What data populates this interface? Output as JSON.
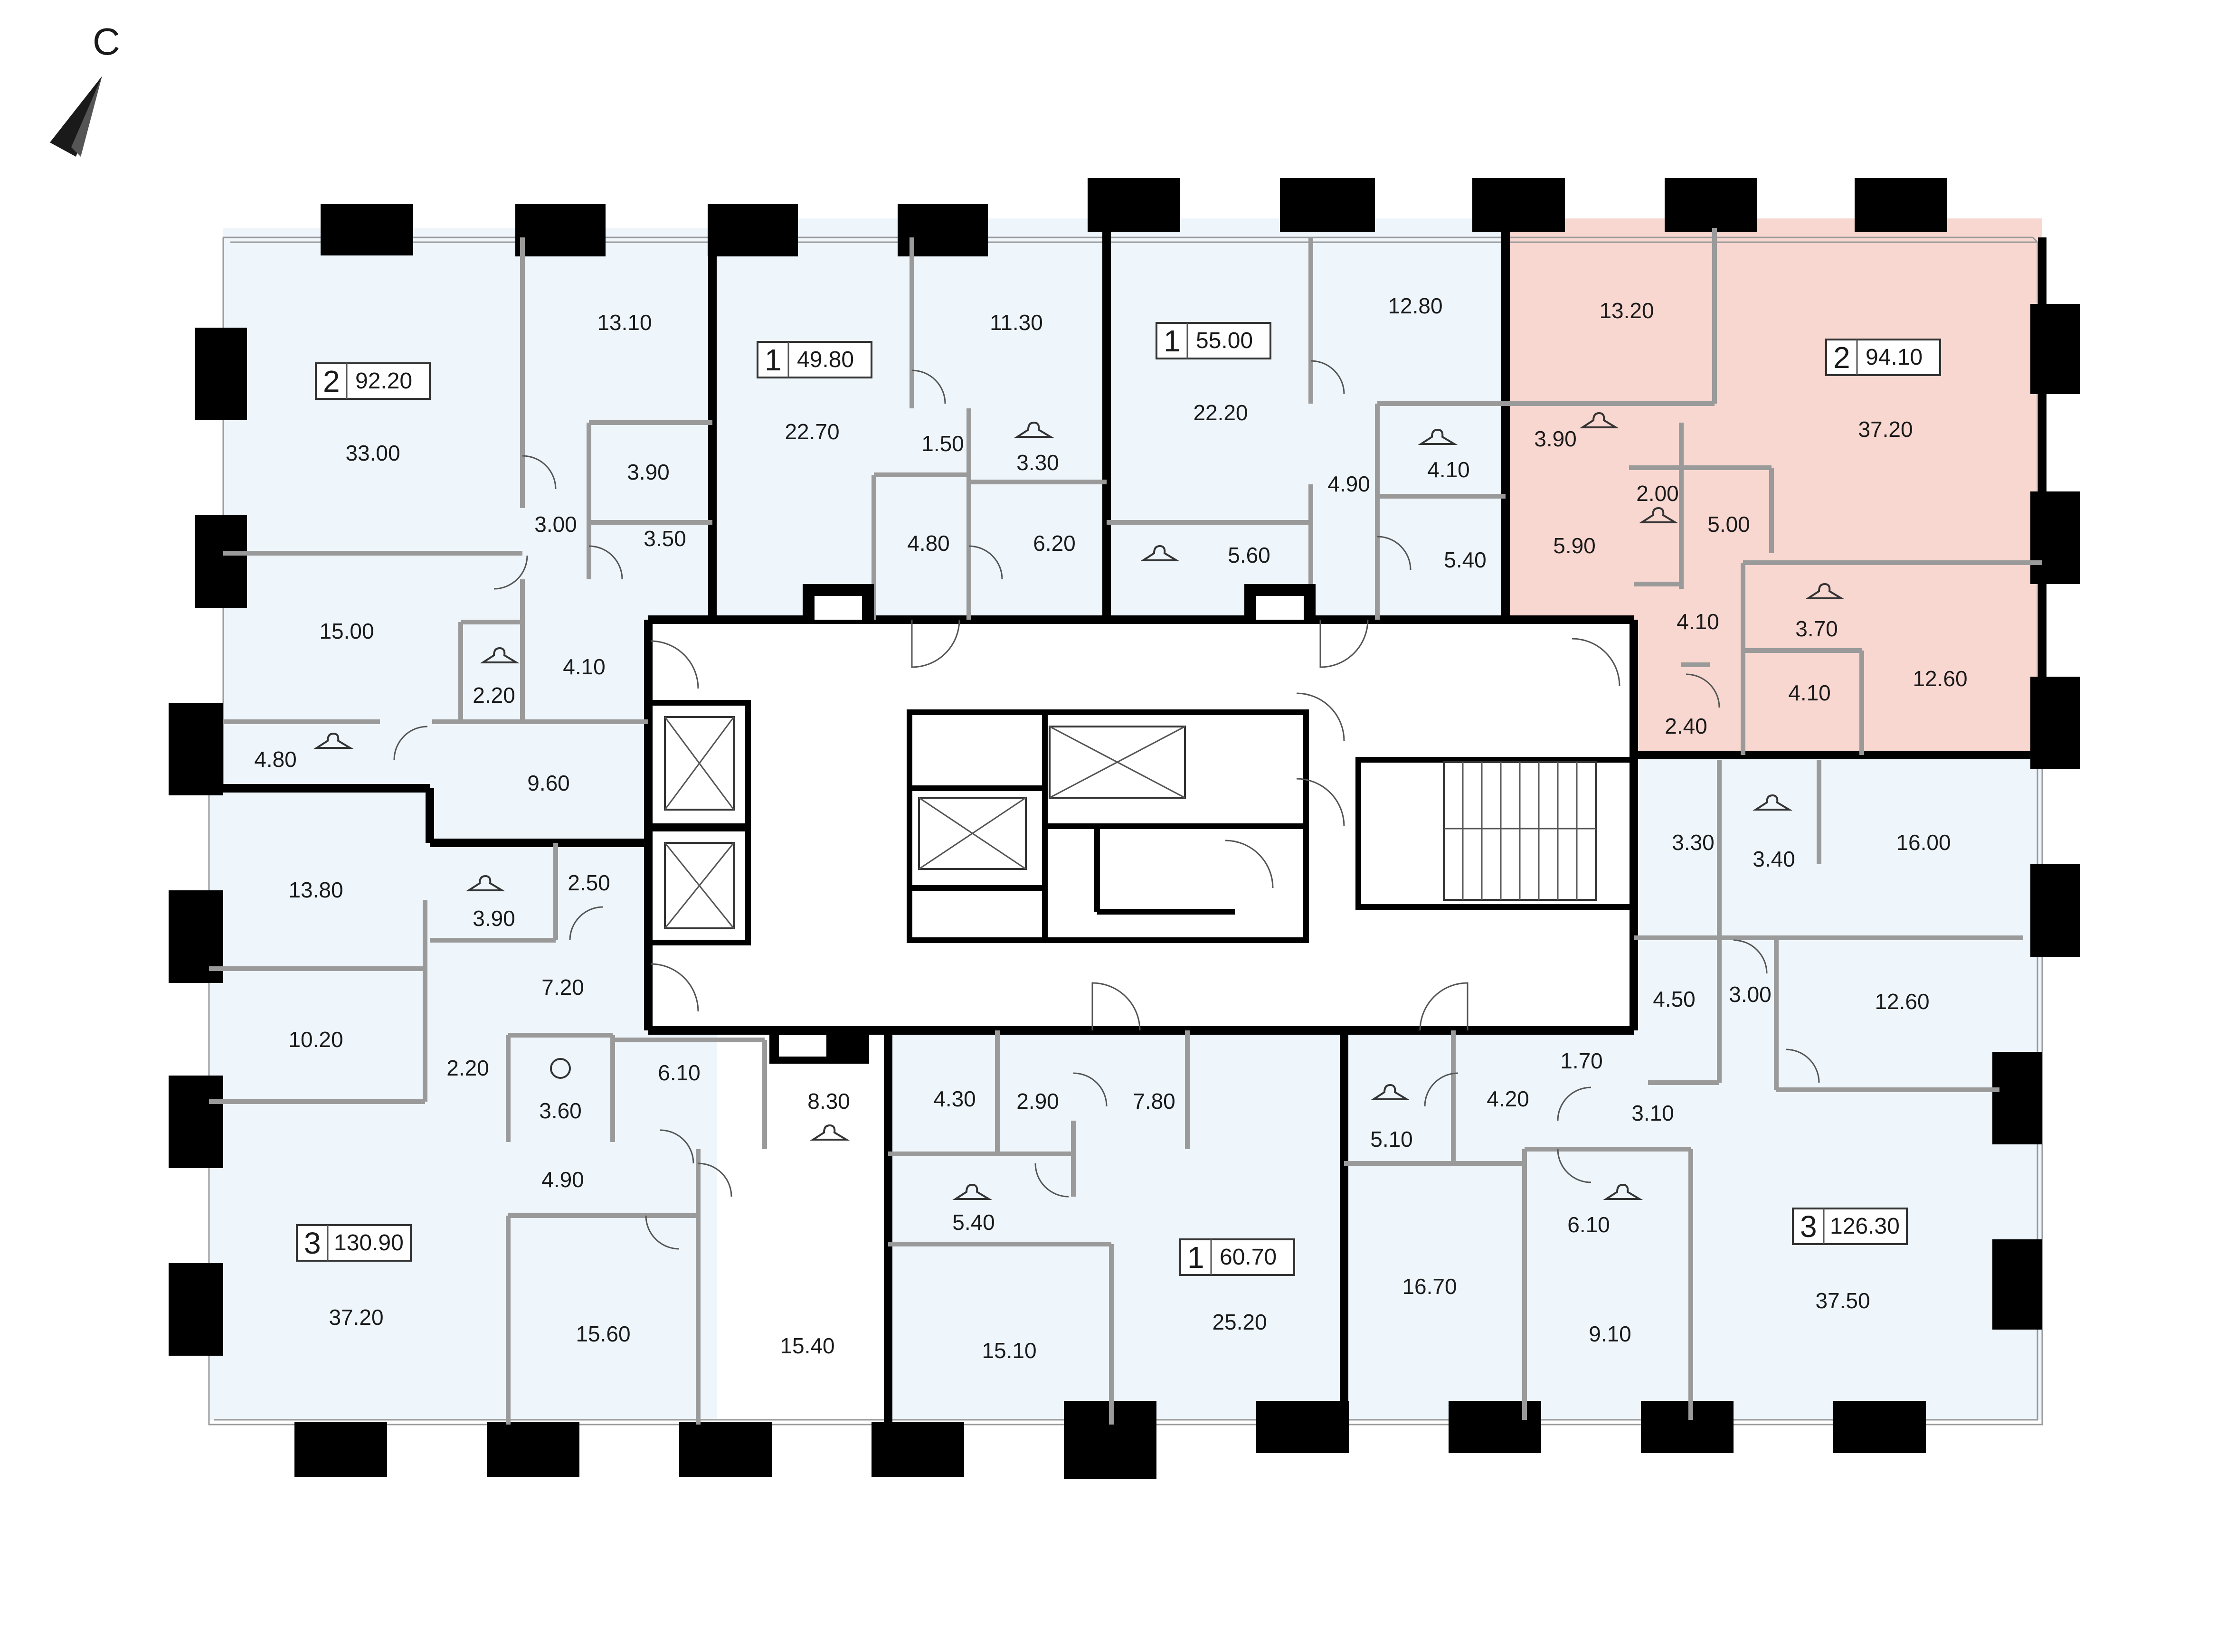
{
  "north_label": "С",
  "colors": {
    "unit_fill": "#eef6fc",
    "selected_fill": "#f8d7d0",
    "core_fill": "#ffffff",
    "wall": "#000000",
    "partition": "#9a9a9a"
  },
  "icons": {
    "wardrobe": "hanger-icon",
    "laundry": "washer-icon",
    "north": "north-arrow-icon"
  },
  "apartments": [
    {
      "id": "apt-nw",
      "rooms": "2",
      "area": "92.20",
      "selected": false
    },
    {
      "id": "apt-n1",
      "rooms": "1",
      "area": "49.80",
      "selected": false
    },
    {
      "id": "apt-n2",
      "rooms": "1",
      "area": "55.00",
      "selected": false
    },
    {
      "id": "apt-ne",
      "rooms": "2",
      "area": "94.10",
      "selected": true
    },
    {
      "id": "apt-sw",
      "rooms": "3",
      "area": "130.90",
      "selected": false
    },
    {
      "id": "apt-s1",
      "rooms": "1",
      "area": "60.70",
      "selected": false
    },
    {
      "id": "apt-se",
      "rooms": "3",
      "area": "126.30",
      "selected": false
    }
  ],
  "rooms": {
    "nw": [
      "33.00",
      "13.10",
      "3.90",
      "3.00",
      "3.50",
      "15.00",
      "2.20",
      "4.10",
      "4.80",
      "9.60"
    ],
    "n1": [
      "22.70",
      "11.30",
      "1.50",
      "3.30",
      "4.80",
      "6.20"
    ],
    "n2": [
      "22.20",
      "12.80",
      "4.10",
      "4.90",
      "5.60",
      "5.40"
    ],
    "ne": [
      "13.20",
      "37.20",
      "3.90",
      "2.00",
      "5.00",
      "5.90",
      "4.10",
      "3.70",
      "12.60",
      "2.40",
      "4.10"
    ],
    "sw": [
      "13.80",
      "3.90",
      "2.50",
      "7.20",
      "10.20",
      "2.20",
      "3.60",
      "6.10",
      "8.30",
      "4.90",
      "37.20",
      "15.60",
      "15.40"
    ],
    "s1": [
      "4.30",
      "2.90",
      "7.80",
      "5.40",
      "15.10",
      "25.20"
    ],
    "se": [
      "3.30",
      "3.40",
      "16.00",
      "4.50",
      "3.00",
      "12.60",
      "1.70",
      "4.20",
      "5.10",
      "3.10",
      "6.10",
      "37.50",
      "16.70",
      "9.10"
    ]
  }
}
